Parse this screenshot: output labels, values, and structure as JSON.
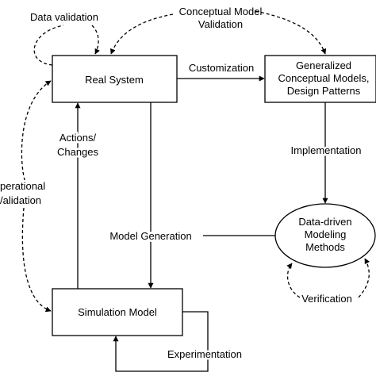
{
  "nodes": {
    "real_system": "Real System",
    "generalized": [
      "Generalized",
      "Conceptual Models,",
      "Design Patterns"
    ],
    "simulation_model": "Simulation Model",
    "data_driven": [
      "Data-driven",
      "Modeling",
      "Methods"
    ]
  },
  "edges": {
    "data_validation": "Data validation",
    "conceptual_validation": [
      "Conceptual Model",
      "Validation"
    ],
    "customization": "Customization",
    "implementation": "Implementation",
    "actions_changes": [
      "Actions/",
      "Changes"
    ],
    "operational_validation": [
      "perational",
      "/alidation"
    ],
    "model_generation": "Model Generation",
    "verification": "Verification",
    "experimentation": "Experimentation"
  }
}
